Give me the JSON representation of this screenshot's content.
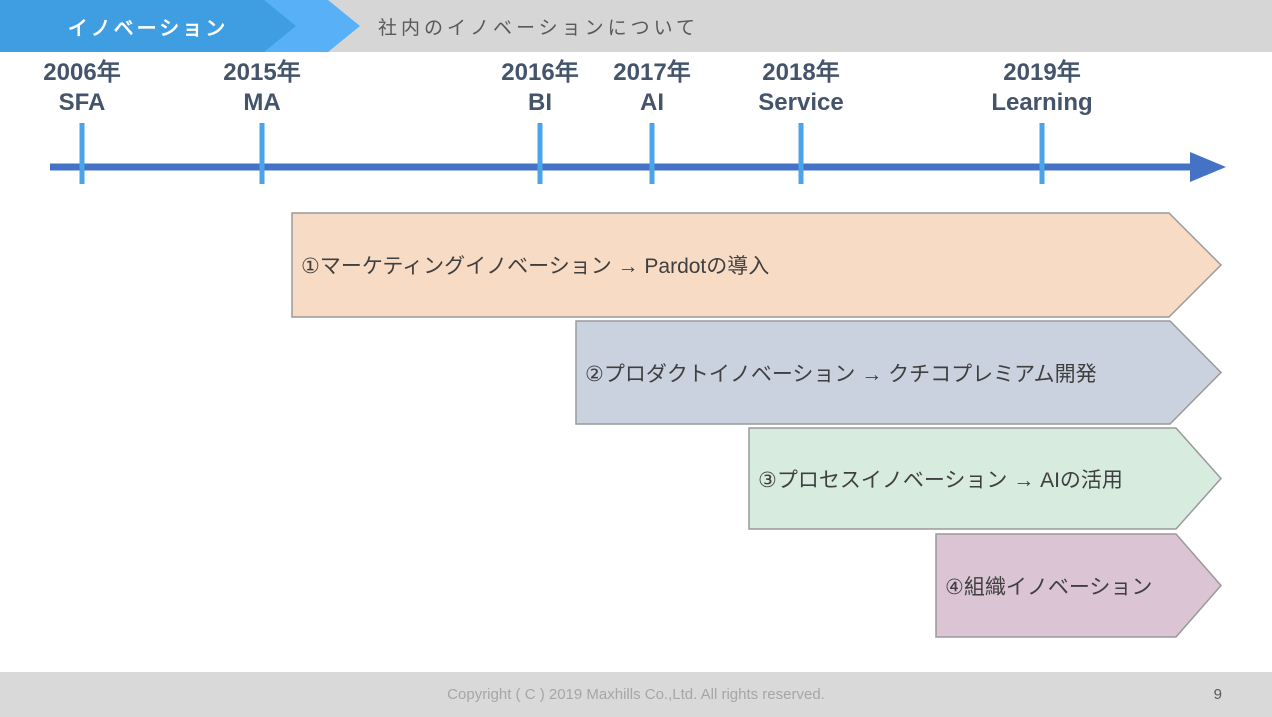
{
  "colors": {
    "header_strip": "#d6d6d6",
    "tab_dark_blue": "#3f9de1",
    "tab_light_blue": "#58b1f7",
    "timeline_line": "#4472c4",
    "timeline_tick": "#4ba3ea",
    "milestone_text": "#44546a",
    "banner_border": "#9a9a9a",
    "banner_text": "#3f3f3f",
    "footer_strip": "#d9d9d9"
  },
  "header": {
    "tab_label": "イノベーション",
    "title": "社内のイノベーションについて"
  },
  "timeline": {
    "milestones": [
      {
        "year": "2006年",
        "label": "SFA"
      },
      {
        "year": "2015年",
        "label": "MA"
      },
      {
        "year": "2016年",
        "label": "BI"
      },
      {
        "year": "2017年",
        "label": "AI"
      },
      {
        "year": "2018年",
        "label": "Service"
      },
      {
        "year": "2019年",
        "label": "Learning"
      }
    ]
  },
  "banners": [
    {
      "label": "①マーケティングイノベーション → Pardotの導入",
      "fill": "#f8dbc5"
    },
    {
      "label": "②プロダクトイノベーション → クチコプレミアム開発",
      "fill": "#cbd2df"
    },
    {
      "label": "③プロセスイノベーション → AIの活用",
      "fill": "#d7ebdf"
    },
    {
      "label": "④組織イノベーション",
      "fill": "#dbc5d4"
    }
  ],
  "footer": {
    "copyright": "Copyright ( C ) 2019 Maxhills Co.,Ltd. All rights reserved.",
    "page_number": "9"
  }
}
